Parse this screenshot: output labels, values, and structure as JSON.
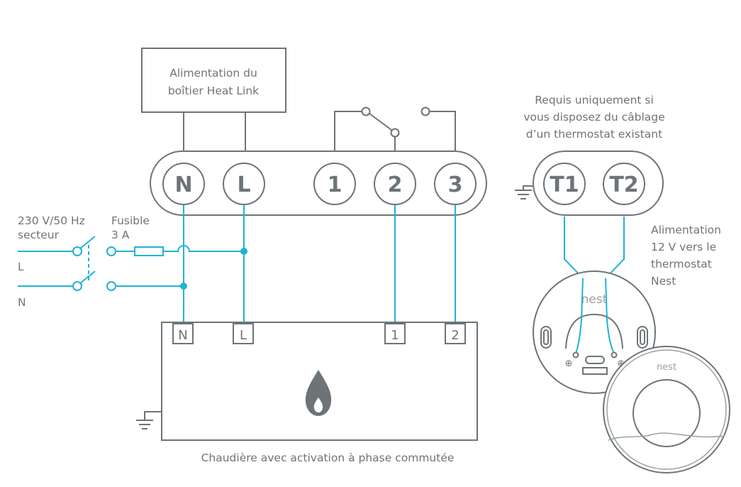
{
  "heat_link_power": {
    "line1": "Alimentation du",
    "line2": "boîtier Heat Link"
  },
  "main_terminals": [
    "N",
    "L",
    "1",
    "2",
    "3"
  ],
  "thermostat_terminals": [
    "T1",
    "T2"
  ],
  "note": {
    "line1": "Requis uniquement si",
    "line2": "vous disposez du câblage",
    "line3": "d’un thermostat existant"
  },
  "mains": {
    "line1": "230 V/50 Hz",
    "line2": "secteur",
    "l": "L",
    "n": "N"
  },
  "fuse": {
    "line1": "Fusible",
    "line2": "3 A"
  },
  "nest_power": {
    "line1": "Alimentation",
    "line2": "12 V vers le",
    "line3": "thermostat",
    "line4": "Nest"
  },
  "boiler_terminals": [
    "N",
    "L",
    "1",
    "2"
  ],
  "boiler_caption": "Chaudière avec activation à phase commutée",
  "logos": {
    "base": "nest",
    "thermostat": "nest"
  },
  "colors": {
    "wire": "#1fb3d4",
    "line": "#6d7478"
  }
}
